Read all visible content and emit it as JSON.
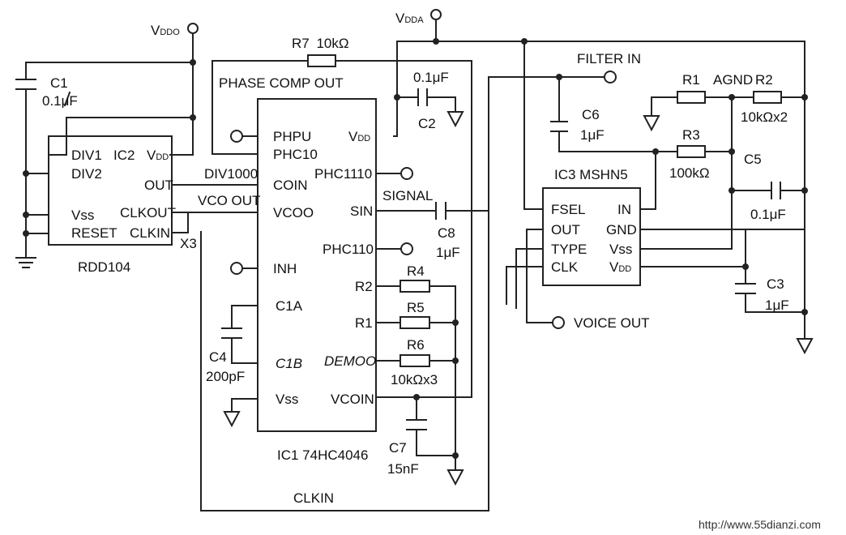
{
  "supply": {
    "vddd_main": "V",
    "vddd_sub": "DDO",
    "vdda_main": "V",
    "vdda_sub": "DDA"
  },
  "ic2": {
    "name": "IC2",
    "part": "RDD104",
    "pins": [
      "DIV1",
      "DIV2",
      "Vss",
      "RESET",
      "OUT",
      "CLKOUT",
      "CLKIN"
    ],
    "vdd_main": "V",
    "vdd_sub": "DD",
    "crystal": "X3"
  },
  "ic1": {
    "label": "IC1  74HC4046",
    "pins_left": [
      "PHPU",
      "PHC10",
      "COIN",
      "VCOO",
      "INH",
      "C1A",
      "C1B",
      "Vss"
    ],
    "pins_right": [
      "PHC1110",
      "SIN",
      "PHC110",
      "R2",
      "R1",
      "DEMOO",
      "VCOIN"
    ],
    "vdd_main": "V",
    "vdd_sub": "DD"
  },
  "ic3": {
    "label": "IC3  MSHN5",
    "pins_left": [
      "FSEL",
      "OUT",
      "TYPE",
      "CLK"
    ],
    "pins_right": [
      "IN",
      "GND",
      "Vss"
    ],
    "vdd_main": "V",
    "vdd_sub": "DD"
  },
  "nets": {
    "div1000": "DIV1000",
    "vco_out": "VCO OUT",
    "phase_comp_out": "PHASE COMP OUT",
    "signal": "SIGNAL",
    "filter_in": "FILTER IN",
    "agnd": "AGND",
    "voice_out": "VOICE OUT",
    "clkin": "CLKIN"
  },
  "components": {
    "c1": "C1",
    "c1_val": "0.1μF",
    "r7": "R7",
    "r7_val": "10kΩ",
    "c2_val": "0.1μF",
    "c2": "C2",
    "c6": "C6",
    "c6_val": "1μF",
    "r1": "R1",
    "r2": "R2",
    "r2_val": "10kΩx2",
    "r3": "R3",
    "r3_val": "100kΩ",
    "c5": "C5",
    "c5_val": "0.1μF",
    "c8": "C8",
    "c8_val": "1μF",
    "r4": "R4",
    "r5": "R5",
    "r6": "R6",
    "r456_val": "10kΩx3",
    "c4": "C4",
    "c4_val": "200pF",
    "c7": "C7",
    "c7_val": "15nF",
    "c3": "C3",
    "c3_val": "1μF"
  },
  "watermark": "http://www.55dianzi.com"
}
